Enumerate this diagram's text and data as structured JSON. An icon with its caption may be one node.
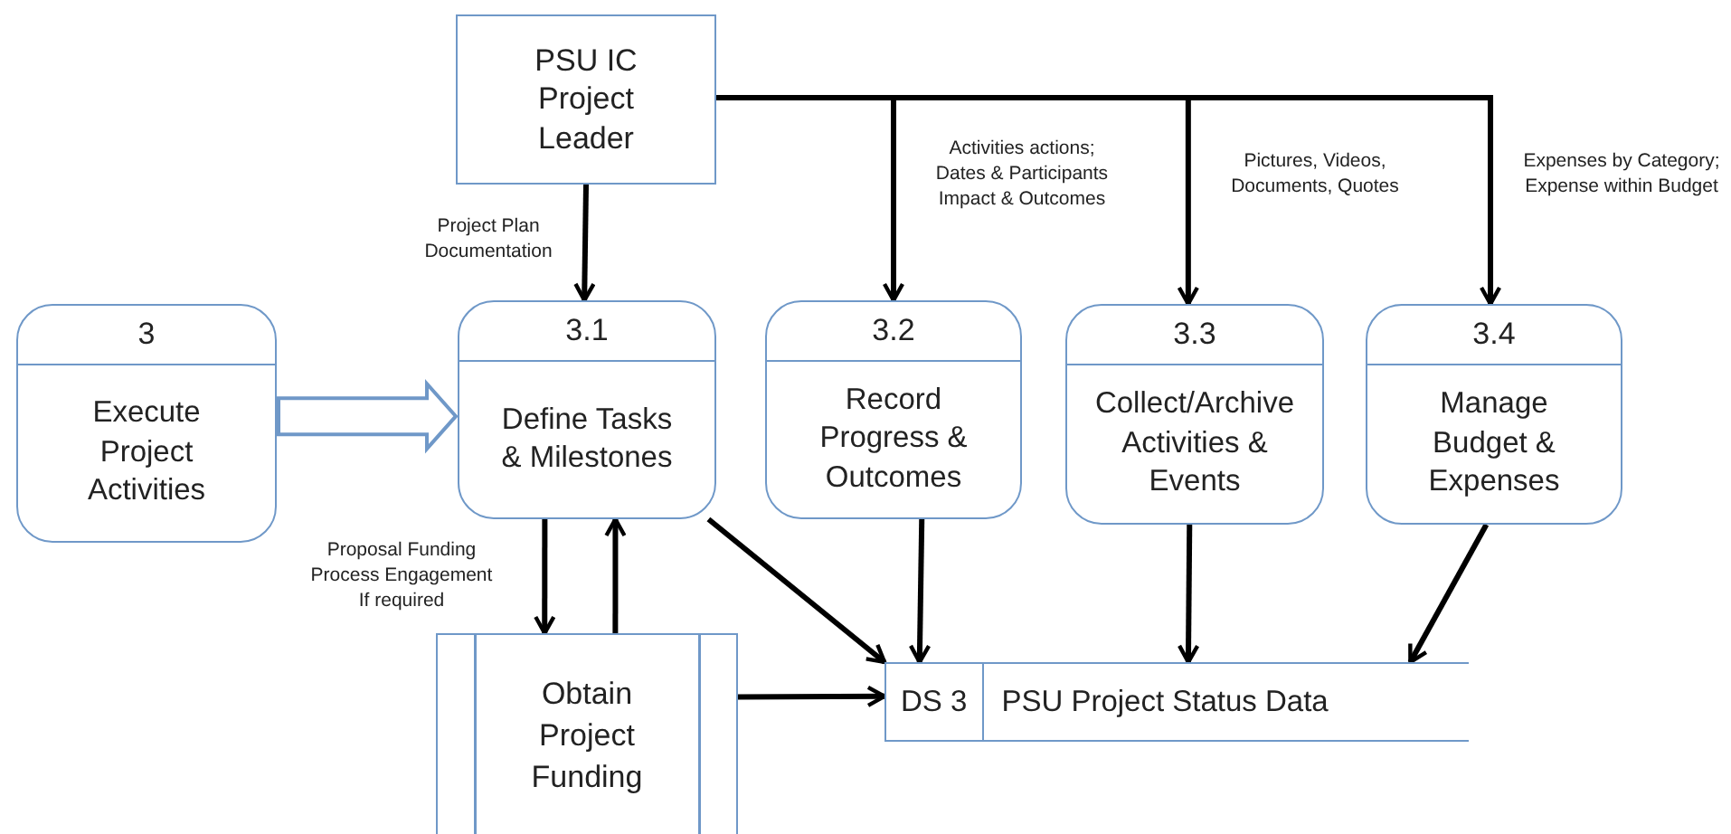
{
  "diagram": {
    "nodes": [
      {
        "text": [
          "PSU IC Project Leader"
        ]
      },
      {
        "text": [
          "3",
          "Execute Project Activities"
        ]
      },
      {
        "text": [
          "3.1",
          "Define Tasks & Milestones"
        ]
      },
      {
        "text": [
          "3.2",
          "Record Progress & Outcomes"
        ]
      },
      {
        "text": [
          "3.3",
          "Collect/Archive Activities & Events"
        ]
      },
      {
        "text": [
          "3.4",
          "Manage Budget & Expenses"
        ]
      },
      {
        "text": [
          "Obtain Project Funding"
        ]
      },
      {
        "text": [
          "DS 3",
          "PSU Project Status Data"
        ]
      }
    ],
    "edges": [
      {
        "from": 0,
        "to": 2,
        "arrow": "to",
        "label": "Project Plan Documentation"
      },
      {
        "from": 0,
        "to": 3,
        "arrow": "to",
        "label": "Activities actions; Dates & Participants Impact & Outcomes"
      },
      {
        "from": 0,
        "to": 4,
        "arrow": "to",
        "label": "Pictures, Videos, Documents, Quotes"
      },
      {
        "from": 0,
        "to": 5,
        "arrow": "to",
        "label": "Expenses by Category; Expense within Budget"
      },
      {
        "from": 1,
        "to": 2,
        "arrow": "to",
        "style": "thick",
        "color": "#6f98c8"
      },
      {
        "from": 2,
        "to": 6,
        "arrow": "to",
        "label": "Proposal Funding Process Engagement If required"
      },
      {
        "from": 6,
        "to": 2,
        "arrow": "to"
      },
      {
        "from": 2,
        "to": 7,
        "arrow": "to"
      },
      {
        "from": 3,
        "to": 7,
        "arrow": "to"
      },
      {
        "from": 4,
        "to": 7,
        "arrow": "to"
      },
      {
        "from": 5,
        "to": 7,
        "arrow": "to"
      },
      {
        "from": 6,
        "to": 7,
        "arrow": "to"
      }
    ]
  }
}
